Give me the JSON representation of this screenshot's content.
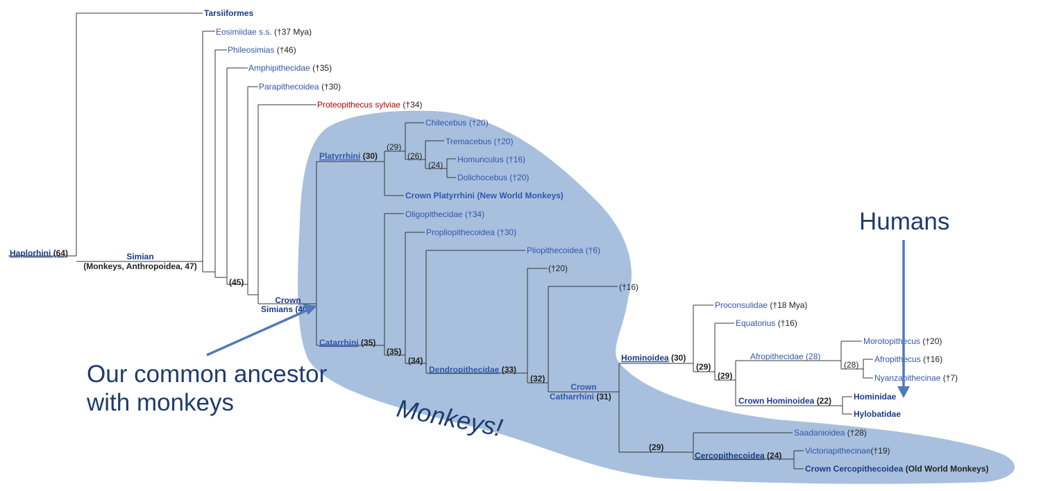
{
  "tree": {
    "haplorhini": "Haplorhini",
    "haplorhini_age": "(64)",
    "tarsiiformes": "Tarsiiformes",
    "eosimiidae": "Eosimiidae s.s.",
    "eosimiidae_age": "(†37 Mya)",
    "phileosimias": "Phileosimias",
    "phileosimias_age": "(†46)",
    "amphipithecidae": "Amphipithecidae",
    "amphipithecidae_age": "(†35)",
    "parapithecoidea": "Parapithecoidea",
    "parapithecoidea_age": "(†30)",
    "proteopithecus": "Proteopithecus sylviae",
    "proteopithecus_age": "(†34)",
    "simian": "Simian",
    "simian_sub": "(Monkeys, Anthropoidea, 47)",
    "n45": "(45)",
    "crown_simians_1": "Crown",
    "crown_simians_2": "Simians (40)",
    "platyrrhini": "Platyrrhini",
    "platyrrhini_age": "(30)",
    "n29a": "(29)",
    "n26": "(26)",
    "n24": "(24)",
    "chilecebus": "Chilecebus (†20)",
    "tremacebus": "Tremacebus (†20)",
    "homunculus": "Homunculus (†16)",
    "dolichocebus": "Dolichocebus (†20)",
    "crown_platyrrhini": "Crown Platyrrhini (New World Monkeys)",
    "oligopithecidae": "Oligopithecidae (†34)",
    "propliopithecoidea": "Propliopithecoidea (†30)",
    "pliopithecoidea": "Pliopithecoidea (†6)",
    "t20": "(†20)",
    "t16": "(†16)",
    "catarrhini": "Catarrhini",
    "catarrhini_age": "(35)",
    "n35": "(35)",
    "n34": "(34)",
    "dendropithecidae": "Dendropithecidae",
    "dendropithecidae_age": "(33)",
    "n32": "(32)",
    "crown_catarrhini_1": "Crown",
    "crown_catarrhini_2": "Catharrhini",
    "crown_catarrhini_age": "(31)",
    "hominoidea": "Hominoidea",
    "hominoidea_age": "(30)",
    "n29b": "(29)",
    "n29c": "(29)",
    "n28": "(28)",
    "proconsulidae": "Proconsulidae",
    "proconsulidae_age": "(†18 Mya)",
    "equatorius": "Equatorius",
    "equatorius_age": "(†16)",
    "afropithecidae": "Afropithecidae (28)",
    "morotopithecus": "Morotopithecus",
    "morotopithecus_age": "(†20)",
    "afropithecus": "Afropithecus",
    "afropithecus_age": "(†16)",
    "nyanzapithecinae": "Nyanzapithecinae",
    "nyanzapithecinae_age": "(†7)",
    "crown_hominoidea": "Crown Hominoidea",
    "crown_hominoidea_age": "(22)",
    "hominidae": "Hominidae",
    "hylobatidae": "Hylobatidae",
    "n29d": "(29)",
    "saadanioidea": "Saadanioidea",
    "saadanioidea_age": "(†28)",
    "cercopithecoidea": "Cercopithecoidea",
    "cercopithecoidea_age": "(24)",
    "victoriapithecinae": "Victoriapithecinae",
    "victoriapithecinae_age": "(†19)",
    "crown_cercopithecoidea": "Crown Cercopithecoidea",
    "crown_cercopithecoidea_sub": "(Old World Monkeys)"
  },
  "annotations": {
    "humans": "Humans",
    "ancestor_line1": "Our common ancestor",
    "ancestor_line2": "with monkeys",
    "monkeys": "Monkeys!"
  },
  "colors": {
    "blob": "#a8c0de",
    "arrow": "#4f7ab6",
    "annotation_text": "#1f3b6e",
    "link_blue": "#3355aa",
    "highlight_red": "#aa0000"
  }
}
